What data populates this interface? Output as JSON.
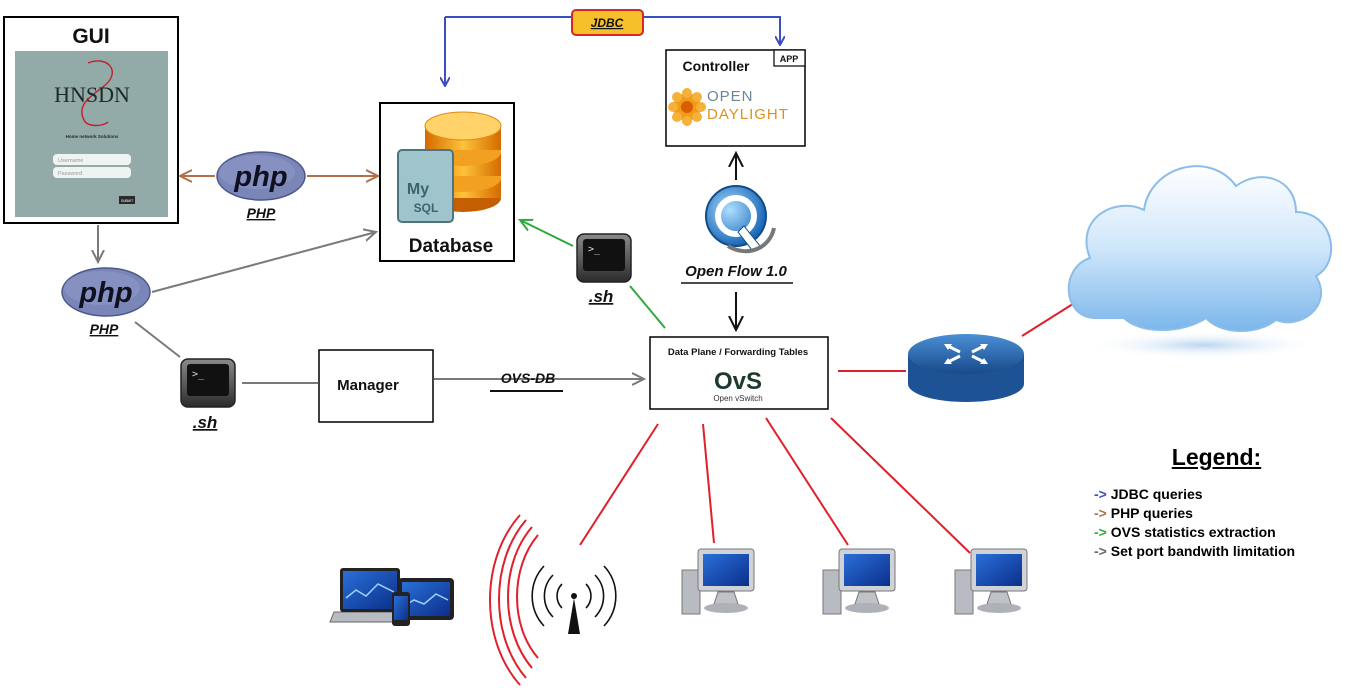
{
  "gui": {
    "title": "GUI",
    "brand": "HNSDN",
    "tagline": "Home network Solutions",
    "username_placeholder": "Username",
    "password_placeholder": "Password",
    "submit_label": "SUBMIT"
  },
  "database": {
    "label": "Database",
    "logo_top": "My",
    "logo_bottom": "SQL"
  },
  "jdbc": {
    "label": "JDBC"
  },
  "controller": {
    "title": "Controller",
    "app_tag": "APP",
    "logo_top": "OPEN",
    "logo_bottom": "DAYLIGHT"
  },
  "openflow": {
    "label": "Open Flow 1.0"
  },
  "php": [
    {
      "logo": "php",
      "label": "PHP"
    },
    {
      "logo": "php",
      "label": "PHP"
    }
  ],
  "sh": [
    {
      "prompt": ">_",
      "label": ".sh"
    },
    {
      "prompt": ">_",
      "label": ".sh"
    }
  ],
  "manager": {
    "label": "Manager"
  },
  "ovsdb": {
    "label": "OVS-DB"
  },
  "dataplane": {
    "title": "Data Plane / Forwarding Tables",
    "logo": "OvS",
    "subtitle": "Open vSwitch"
  },
  "legend": {
    "title": "Legend:",
    "items": [
      {
        "arrow": "->",
        "text": "JDBC queries",
        "color": "#3a4fc4"
      },
      {
        "arrow": "->",
        "text": "PHP queries",
        "color": "#b0714a"
      },
      {
        "arrow": "->",
        "text": "OVS statistics extraction",
        "color": "#2eaa3a"
      },
      {
        "arrow": "->",
        "text": "Set port bandwith limitation",
        "color": "#666666"
      }
    ]
  },
  "colors": {
    "jdbc": "#3a4fc4",
    "php": "#b0714a",
    "ovs": "#2eaa3a",
    "config": "#7a7a7a",
    "link": "#e0202a"
  }
}
